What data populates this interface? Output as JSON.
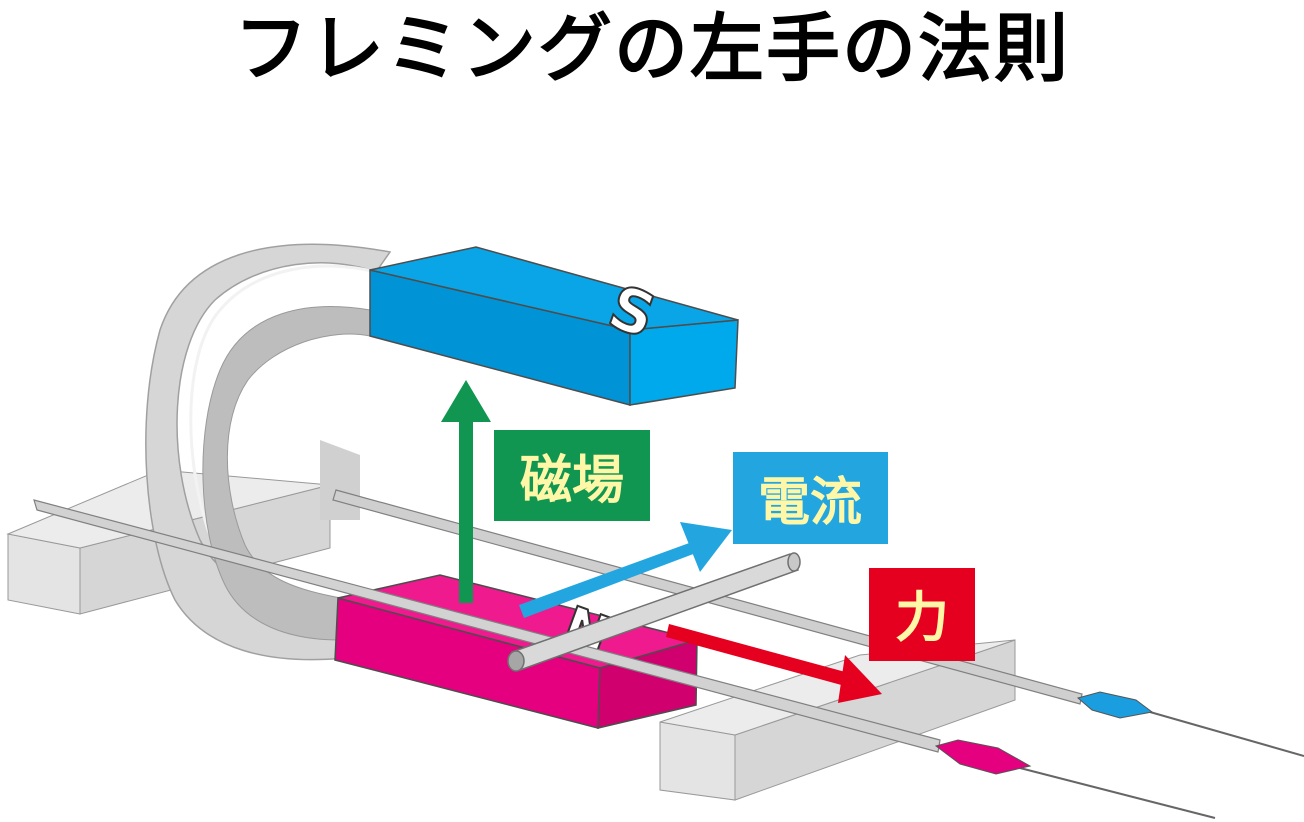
{
  "title": "フレミングの左手の法則",
  "labels": {
    "magnetic_field": "磁場",
    "current": "電流",
    "force": "力",
    "south_pole": "S",
    "north_pole": "N"
  },
  "colors": {
    "magnetic_field": "#109650",
    "current": "#23a6e0",
    "force": "#e6001f",
    "south_pole": "#009fe3",
    "north_pole": "#e4007f",
    "magnet_body": "#d9d9d9",
    "label_text": "#fff7a8"
  }
}
